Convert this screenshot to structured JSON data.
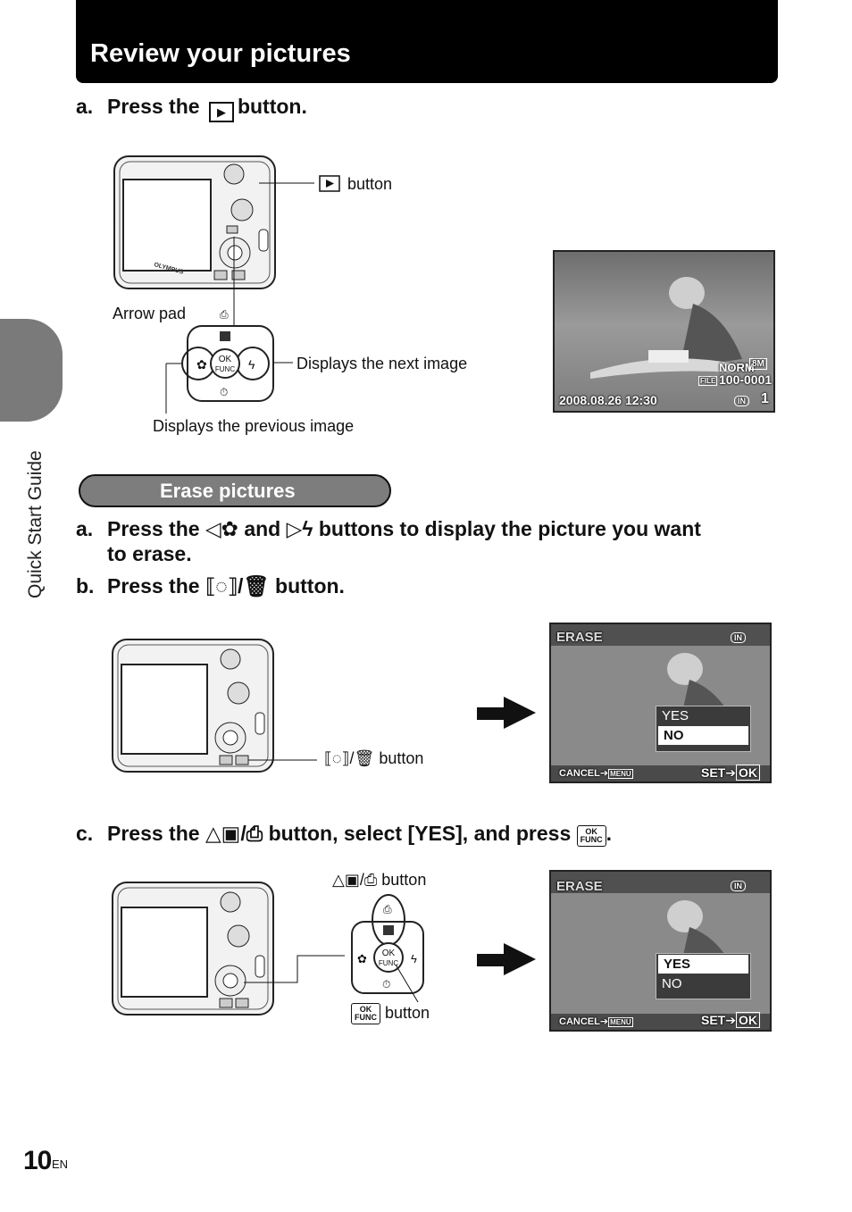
{
  "header": {
    "title": "Review your pictures"
  },
  "side_tab": {
    "label": "Quick Start Guide"
  },
  "step_review": {
    "letter": "a.",
    "text_before": "Press the",
    "text_after": "button."
  },
  "fig1": {
    "play_button_label": "button",
    "arrow_pad_label": "Arrow pad",
    "next_label": "Displays the next image",
    "prev_label": "Displays the previous image",
    "camera_brand": "OLYMPUS",
    "ok_top": "OK",
    "ok_bottom": "FUNC"
  },
  "photo1": {
    "norm": "NORM",
    "size": "8M",
    "file": "FILE",
    "file_number": "100-0001",
    "datetime": "2008.08.26 12:30",
    "memory": "IN",
    "count": "1"
  },
  "erase_section": {
    "title": "Erase pictures"
  },
  "step_a": {
    "letter": "a.",
    "text1": "Press the",
    "text2": "and",
    "text3": "buttons to display the picture you want",
    "text4": "to erase."
  },
  "step_b": {
    "letter": "b.",
    "text1": "Press the",
    "text2": "button."
  },
  "fig2": {
    "button_label": "button"
  },
  "screen_b": {
    "title": "ERASE",
    "memory": "IN",
    "options": [
      "YES",
      "NO"
    ],
    "selected": "NO",
    "cancel": "CANCEL",
    "menu": "MENU",
    "set": "SET",
    "ok": "OK"
  },
  "step_c": {
    "letter": "c.",
    "text1": "Press the",
    "text2": "button, select [YES], and press",
    "ok_top": "OK",
    "ok_bottom": "FUNC"
  },
  "fig3": {
    "top_button_label": "button",
    "ok_button_label": "button",
    "ok_top": "OK",
    "ok_bottom": "FUNC"
  },
  "screen_c": {
    "title": "ERASE",
    "memory": "IN",
    "options": [
      "YES",
      "NO"
    ],
    "selected": "YES",
    "cancel": "CANCEL",
    "menu": "MENU",
    "set": "SET",
    "ok": "OK"
  },
  "footer": {
    "page_number": "10",
    "language": "EN"
  }
}
